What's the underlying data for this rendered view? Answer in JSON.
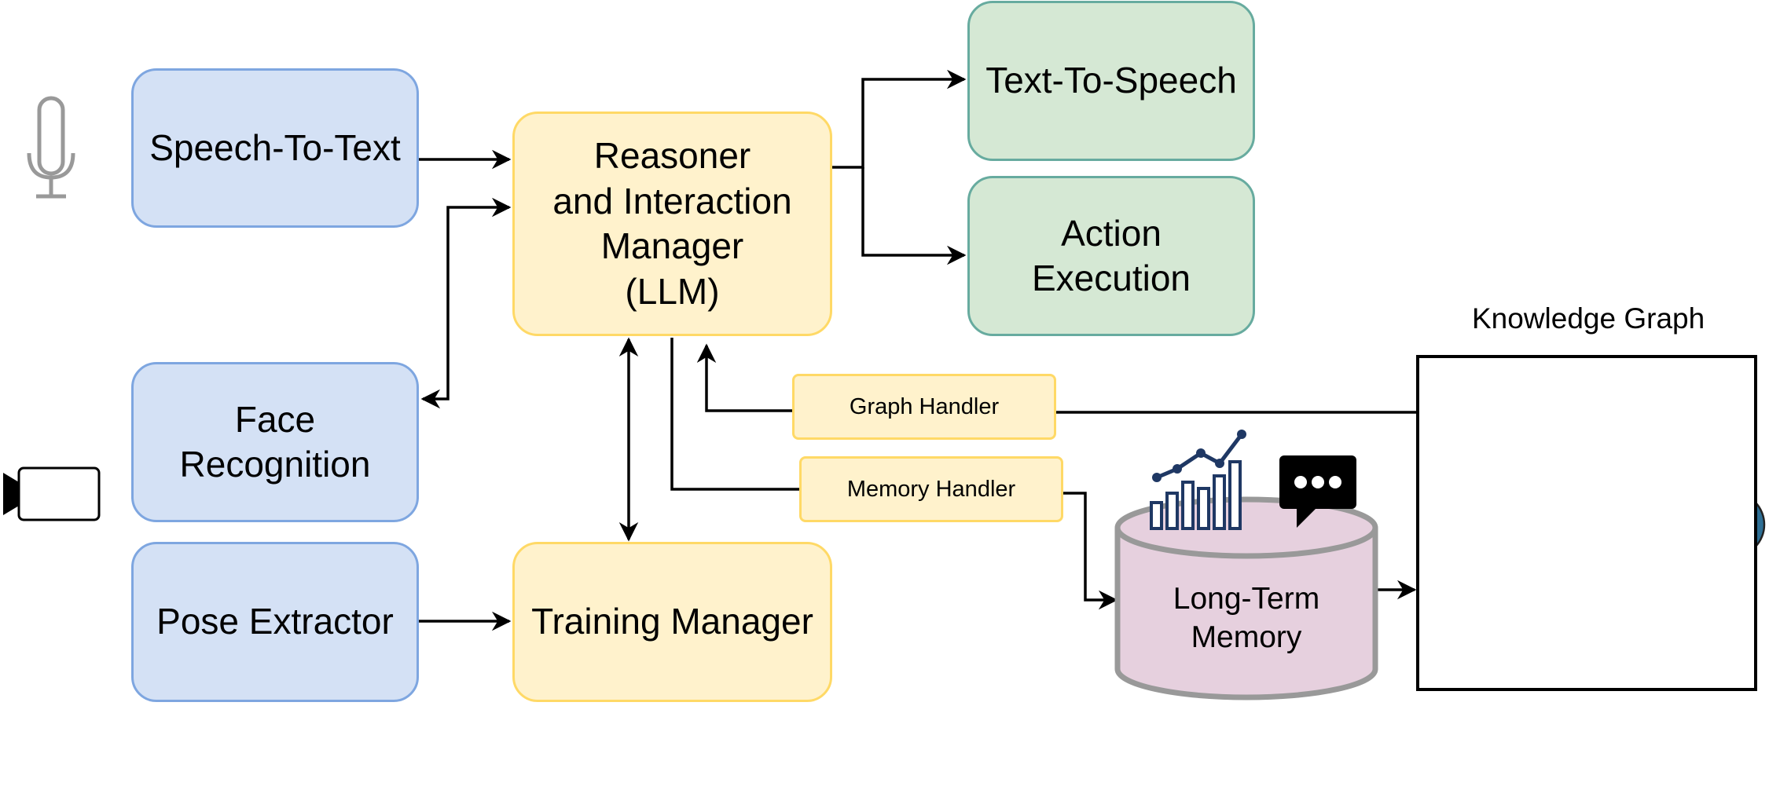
{
  "nodes": {
    "speech_to_text": "Speech-To-Text",
    "face_recognition": "Face\nRecognition",
    "pose_extractor": "Pose Extractor",
    "reasoner": "Reasoner\nand Interaction\nManager\n(LLM)",
    "training_manager": "Training Manager",
    "text_to_speech": "Text-To-Speech",
    "action_execution": "Action\nExecution",
    "long_term_memory": "Long-Term\nMemory",
    "graph_handler": "Graph Handler",
    "memory_handler": "Memory Handler",
    "knowledge_graph_title": "Knowledge Graph"
  },
  "colors": {
    "blue_fill": "#d4e1f5",
    "blue_border": "#7ea6e0",
    "yellow_fill": "#fff2cc",
    "yellow_border": "#ffd966",
    "green_fill": "#d5e8d4",
    "green_border": "#67ab9f",
    "memory_fill": "#e6d0de",
    "memory_border": "#999999",
    "person_yellow": "#f4d03f",
    "person_green": "#52a677",
    "person_blue": "#2e6f95",
    "person_red": "#e05a4f",
    "chart_icon": "#1f3864"
  },
  "icons": [
    "microphone-icon",
    "camera-icon",
    "chart-icon",
    "chat-bubble-icon",
    "person-avatar-icon"
  ]
}
